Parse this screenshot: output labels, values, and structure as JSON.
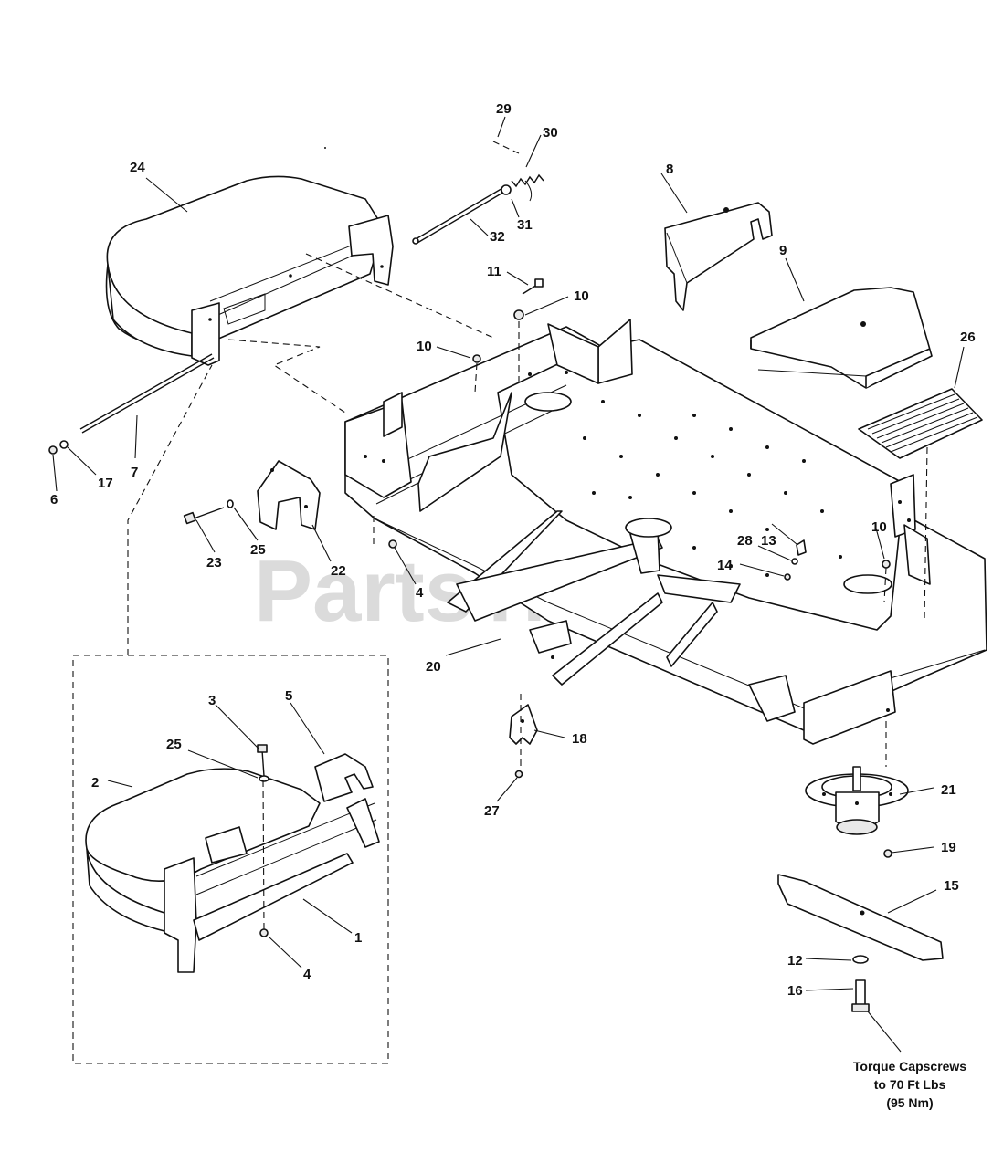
{
  "watermark": {
    "text": "PartsTree",
    "trademark": "TM"
  },
  "callouts": {
    "c1": "1",
    "c2": "2",
    "c3": "3",
    "c4a": "4",
    "c4b": "4",
    "c5": "5",
    "c6": "6",
    "c7": "7",
    "c8": "8",
    "c9": "9",
    "c10a": "10",
    "c10b": "10",
    "c10c": "10",
    "c11": "11",
    "c12": "12",
    "c13": "13",
    "c14": "14",
    "c15": "15",
    "c16": "16",
    "c17": "17",
    "c18": "18",
    "c19": "19",
    "c20": "20",
    "c21": "21",
    "c22": "22",
    "c23": "23",
    "c25a": "25",
    "c25b": "25",
    "c24": "24",
    "c26": "26",
    "c27": "27",
    "c28": "28",
    "c29": "29",
    "c30": "30",
    "c31": "31",
    "c32": "32"
  },
  "torque_note": {
    "line1": "Torque Capscrews",
    "line2": "to 70 Ft Lbs",
    "line3": "(95 Nm)"
  }
}
